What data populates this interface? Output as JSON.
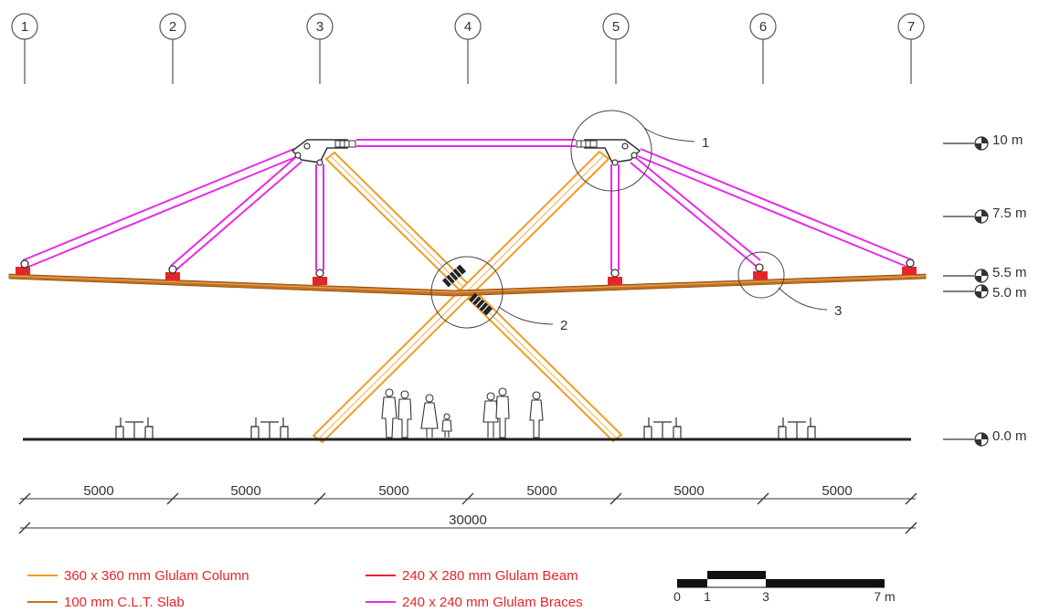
{
  "grid_lines": [
    "1",
    "2",
    "3",
    "4",
    "5",
    "6",
    "7"
  ],
  "levels": [
    "10 m",
    "7.5 m",
    "5.5 m",
    "5.0 m",
    "0.0 m"
  ],
  "bay_dimensions": [
    "5000",
    "5000",
    "5000",
    "5000",
    "5000",
    "5000"
  ],
  "overall_dimension": "30000",
  "detail_callouts": [
    "1",
    "2",
    "3"
  ],
  "legend": {
    "items": [
      {
        "label": "360 x 360 mm Glulam Column",
        "color": "#f39a25"
      },
      {
        "label": "100 mm C.L.T. Slab",
        "color": "#c4711b"
      },
      {
        "label": "240 X 280 mm Glulam Beam",
        "color": "#e6252a"
      },
      {
        "label": "240 x 240 mm Glulam Braces",
        "color": "#e52ce6"
      }
    ],
    "text_color": "#e6252a"
  },
  "scale_bar": {
    "ticks": [
      "0",
      "1",
      "3",
      "7 m"
    ]
  },
  "colors": {
    "column": "#f39a25",
    "slab": "#c4711b",
    "beam": "#e6252a",
    "brace": "#e52ce6",
    "line": "#333333"
  }
}
